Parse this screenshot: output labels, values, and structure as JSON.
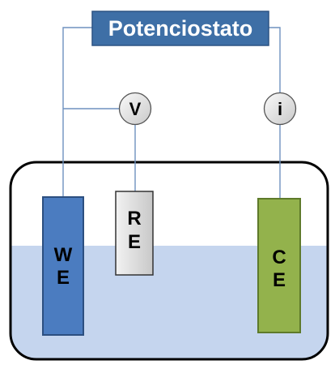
{
  "title": "Potenciostato",
  "meters": {
    "voltage": "V",
    "current": "i"
  },
  "electrodes": {
    "working": [
      "W",
      "E"
    ],
    "reference": [
      "R",
      "E"
    ],
    "counter": [
      "C",
      "E"
    ]
  },
  "colors": {
    "title_box": "#3e6fa6",
    "title_border": "#2d5483",
    "title_text": "#ffffff",
    "wire": "#6e91bf",
    "meter_fill": "#e6e6e6",
    "meter_border": "#555555",
    "cell_border": "#000000",
    "electrolyte": "#c5d5ee",
    "working_electrode": "#4b7cc0",
    "working_electrode_border": "#2c4f80",
    "reference_electrode": "#e2e2e2",
    "reference_electrode_border": "#333333",
    "counter_electrode": "#93b24c",
    "counter_electrode_border": "#5e7a2a",
    "electrode_text": "#000000"
  }
}
